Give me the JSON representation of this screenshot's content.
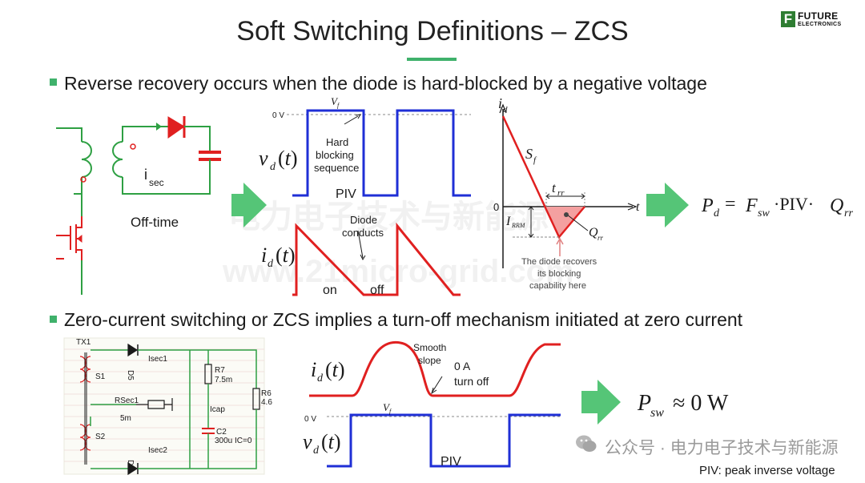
{
  "slide": {
    "title": "Soft Switching Definitions – ZCS",
    "bullet1": "Reverse recovery occurs when the diode is hard-blocked by a negative voltage",
    "bullet2": "Zero-current switching or ZCS implies a turn-off mechanism initiated at zero current",
    "footnote": "PIV: peak inverse voltage"
  },
  "logo": {
    "line1": "FUTURE",
    "line2": "ELECTRONICS",
    "mark": "F"
  },
  "watermark": {
    "account": "公众号 · 电力电子技术与新能源",
    "ghost_cn": "电力电子技术与新能源",
    "ghost_url": "www.21micro-grid.com"
  },
  "circuit1": {
    "isec_label": "i",
    "isec_sub": "sec",
    "offtime_label": "Off-time"
  },
  "wave1": {
    "zero_label": "0 V",
    "vf_label": "V",
    "vf_sub": "f",
    "annot_hard": [
      "Hard",
      "blocking",
      "sequence"
    ],
    "piv_label": "PIV",
    "vd_label": "v",
    "id_label": "i",
    "diode_conducts": [
      "Diode",
      "conducts"
    ],
    "on_label": "on",
    "off_label": "off"
  },
  "recovery": {
    "id_axis": "i",
    "id_sub": "d",
    "t_axis": "t",
    "sf_label": "S",
    "sf_sub": "f",
    "trr_label": "t",
    "trr_sub": "rr",
    "zero_label": "0",
    "irrm_label": "I",
    "irrm_sub": "RRM",
    "qrr_label": "Q",
    "qrr_sub": "rr",
    "recover_note": [
      "The diode recovers",
      "its blocking",
      "capability here"
    ]
  },
  "formula1": {
    "lhs": "P",
    "lhs_sub": "d",
    "eq": "=",
    "f": "F",
    "f_sub": "sw",
    "piv": "·PIV·",
    "q": "Q",
    "q_sub": "rr"
  },
  "circuit2": {
    "tx": "TX1",
    "s1": "S1",
    "s2": "S2",
    "d5": "D5",
    "d6": "D6",
    "isec1": "Isec1",
    "isec2": "Isec2",
    "rsec": "RSec1",
    "rsec_val": "5m",
    "r7": "R7",
    "r7_val": "7.5m",
    "icap": "Icap",
    "c2": "C2",
    "c2_val": "300u IC=0",
    "r6": "R6",
    "r6_val": "4.6"
  },
  "wave2": {
    "smooth": [
      "Smooth",
      "slope"
    ],
    "zeroa": [
      "0 A",
      "turn off"
    ],
    "zero_label": "0 V",
    "vf_label": "V",
    "vf_sub": "f",
    "piv_label": "PIV",
    "id_label": "i",
    "vd_label": "v"
  },
  "formula2": {
    "lhs": "P",
    "lhs_sub": "sw",
    "approx": "≈ 0 W"
  },
  "colors": {
    "accent": "#3fb16b",
    "red": "#e02020",
    "blue": "#1f2fd6",
    "green": "#2ea043",
    "pink": "#f4a0a0"
  }
}
